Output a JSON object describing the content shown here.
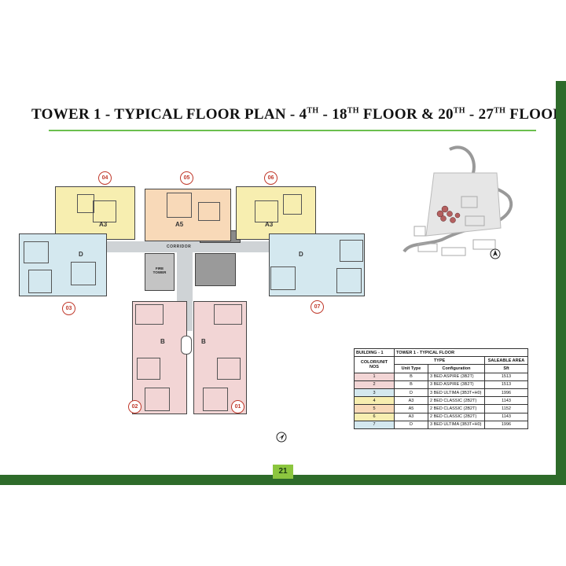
{
  "title": {
    "prefix": "TOWER 1 - TYPICAL FLOOR PLAN - 4",
    "sup1": "TH",
    "mid1": " - 18",
    "sup2": "TH",
    "mid2": " FLOOR & 20",
    "sup3": "TH",
    "mid3": " - 27",
    "sup4": "TH",
    "suffix": " FLOOR"
  },
  "plan": {
    "unit_numbers": [
      "04",
      "05",
      "06",
      "03",
      "07",
      "02",
      "01"
    ],
    "unit_types": [
      "A3",
      "A5",
      "A3",
      "D",
      "D",
      "B",
      "B"
    ],
    "corridor_label": "CORRIDOR",
    "fire_tower_label": "FIRE TOWER"
  },
  "colors": {
    "B": "#f2d5d5",
    "A3": "#f7eeb0",
    "A5": "#f8d9b8",
    "D": "#d4e8ef",
    "brand_green": "#2e6b2a",
    "page_badge": "#8cc63f"
  },
  "table": {
    "header1": [
      "BUILDING - 1",
      "TOWER 1 - TYPICAL FLOOR"
    ],
    "header2": [
      "COLOR/UNIT NOS",
      "TYPE",
      "SALEABLE AREA"
    ],
    "header3": [
      "Unit Type",
      "Configuration",
      "Sft"
    ],
    "rows": [
      {
        "no": "1",
        "type": "B",
        "config": "3 BED ASPIRE (3B2T)",
        "area": "1513",
        "color": "#f2d5d5"
      },
      {
        "no": "2",
        "type": "B",
        "config": "3 BED ASPIRE (3B2T)",
        "area": "1513",
        "color": "#f2d5d5"
      },
      {
        "no": "3",
        "type": "D",
        "config": "3 BED ULTIMA (3B3T+H0)",
        "area": "1996",
        "color": "#d4e8ef"
      },
      {
        "no": "4",
        "type": "A3",
        "config": "2 BED CLASSIC (2B2T)",
        "area": "1143",
        "color": "#f7eeb0"
      },
      {
        "no": "5",
        "type": "A5",
        "config": "2 BED CLASSIC (2B2T)",
        "area": "1152",
        "color": "#f8d9b8"
      },
      {
        "no": "6",
        "type": "A3",
        "config": "2 BED CLASSIC (2B2T)",
        "area": "1143",
        "color": "#f7eeb0"
      },
      {
        "no": "7",
        "type": "D",
        "config": "3 BED ULTIMA (3B3T+H0)",
        "area": "1996",
        "color": "#d4e8ef"
      }
    ]
  },
  "page_number": "21"
}
